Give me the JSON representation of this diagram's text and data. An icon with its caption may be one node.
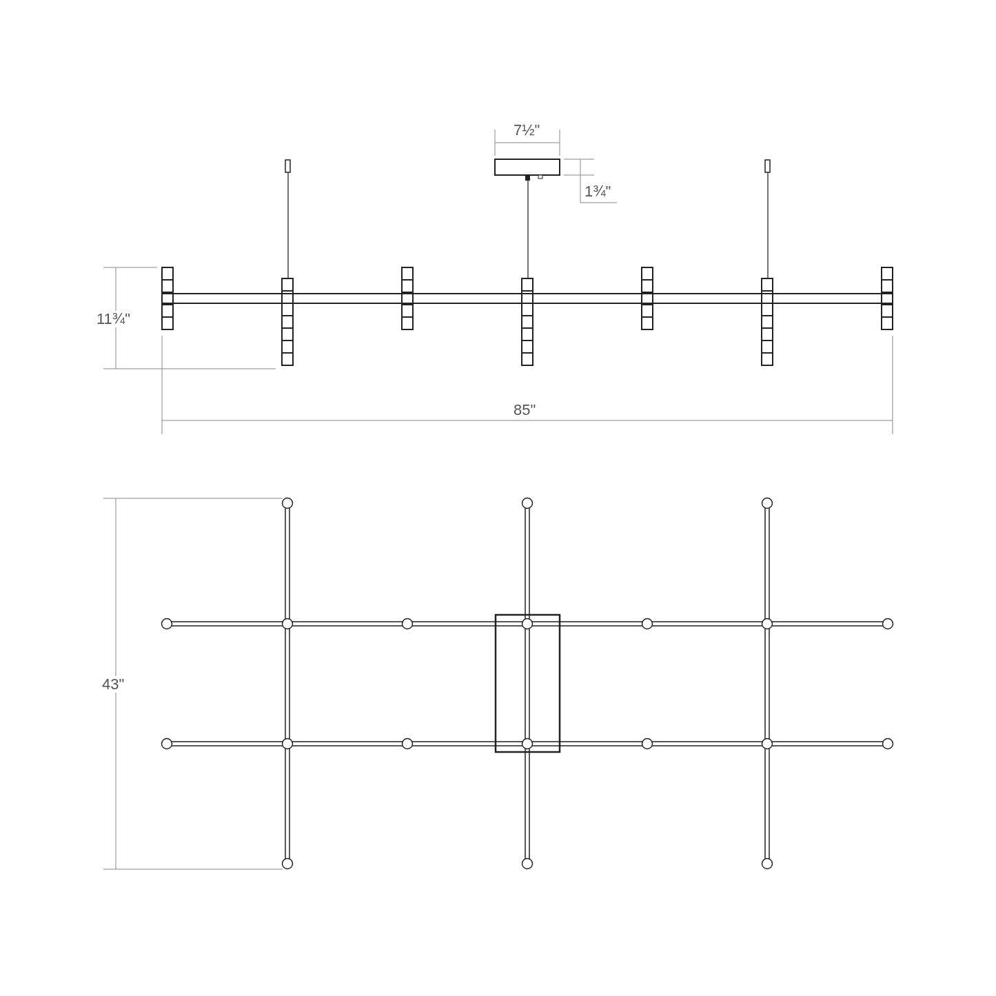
{
  "diagram": {
    "labels": [
      "7½\"",
      "1¾\"",
      "11¾\"",
      "85\"",
      "43\""
    ]
  }
}
